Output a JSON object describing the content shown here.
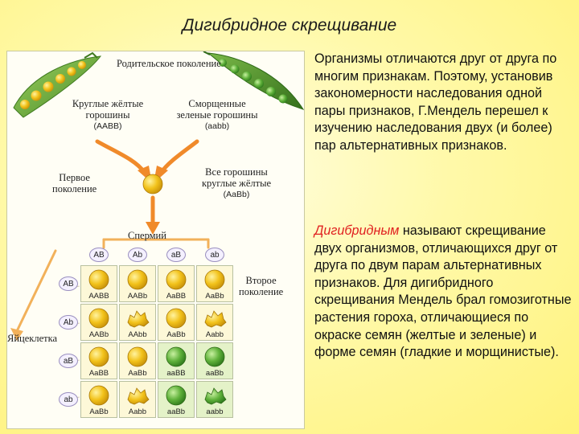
{
  "title": "Дигибридное скрещивание",
  "figure": {
    "parent_label": "Родительское поколение",
    "parent_left": {
      "desc_line1": "Круглые жёлтые",
      "desc_line2": "горошины",
      "genotype": "(AABB)"
    },
    "parent_right": {
      "desc_line1": "Сморщенные",
      "desc_line2": "зеленые горошины",
      "genotype": "(aabb)"
    },
    "f1_label_line1": "Первое",
    "f1_label_line2": "поколение",
    "f1_desc_line1": "Все горошины",
    "f1_desc_line2": "круглые жёлтые",
    "f1_genotype": "(AaBb)",
    "sperm_label": "Спермий",
    "egg_label": "Яйцеклетка",
    "f2_label_line1": "Второе",
    "f2_label_line2": "поколение",
    "sperm_gametes": [
      "AB",
      "Ab",
      "aB",
      "ab"
    ],
    "egg_gametes": [
      "AB",
      "Ab",
      "aB",
      "ab"
    ],
    "cells": [
      [
        {
          "g": "AABB",
          "color": "yellow",
          "shape": "round"
        },
        {
          "g": "AABb",
          "color": "yellow",
          "shape": "round"
        },
        {
          "g": "AaBB",
          "color": "yellow",
          "shape": "round"
        },
        {
          "g": "AaBb",
          "color": "yellow",
          "shape": "round"
        }
      ],
      [
        {
          "g": "AABb",
          "color": "yellow",
          "shape": "round"
        },
        {
          "g": "AAbb",
          "color": "yellow",
          "shape": "wrinkled"
        },
        {
          "g": "AaBb",
          "color": "yellow",
          "shape": "round"
        },
        {
          "g": "Aabb",
          "color": "yellow",
          "shape": "wrinkled"
        }
      ],
      [
        {
          "g": "AaBB",
          "color": "yellow",
          "shape": "round"
        },
        {
          "g": "AaBb",
          "color": "yellow",
          "shape": "round"
        },
        {
          "g": "aaBB",
          "color": "green",
          "shape": "round"
        },
        {
          "g": "aaBb",
          "color": "green",
          "shape": "round"
        }
      ],
      [
        {
          "g": "AaBb",
          "color": "yellow",
          "shape": "round"
        },
        {
          "g": "Aabb",
          "color": "yellow",
          "shape": "wrinkled"
        },
        {
          "g": "aaBb",
          "color": "green",
          "shape": "round"
        },
        {
          "g": "aabb",
          "color": "green",
          "shape": "wrinkled"
        }
      ]
    ],
    "colors": {
      "yellow_seed": "#f2c21a",
      "green_seed": "#5fb13a",
      "pod_green": "#6aa63a",
      "arrow": "#f08a2a"
    }
  },
  "text": {
    "para1": "Организмы отличаются друг от друга по многим признакам. Поэтому, установив закономерности наследования одной пары признаков, Г.Мендель перешел к изучению наследования двух (и более) пар альтернативных признаков.",
    "para2_term": "Дигибридным",
    "para2_rest": " называют скрещивание двух организмов, отличающихся друг от друга по двум парам альтернативных признаков. Для дигибридного скрещивания Мендель брал гомозиготные растения гороха, отличающиеся по окраске семян (желтые и зеленые) и форме семян (гладкие и морщинистые)."
  }
}
